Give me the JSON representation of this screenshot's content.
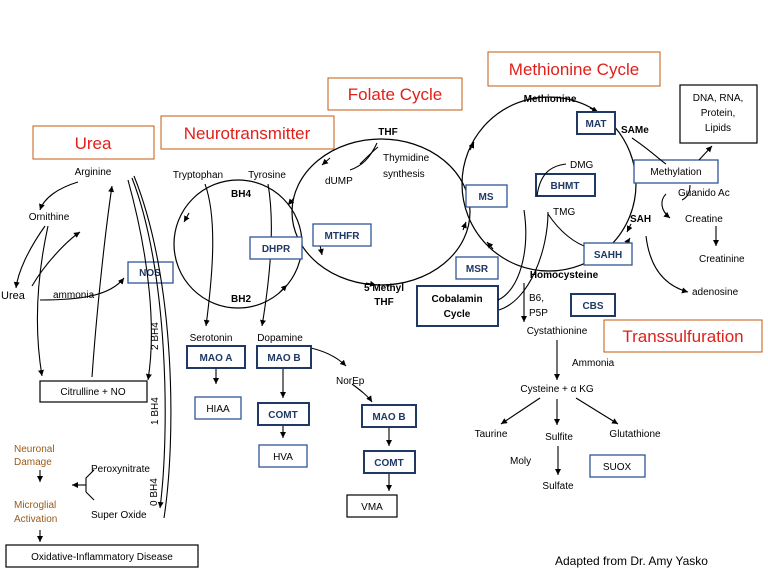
{
  "titles": {
    "urea": "Urea",
    "neurotransmitter": "Neurotransmitter",
    "folate": "Folate Cycle",
    "methionine": "Methionine Cycle",
    "transsulfuration": "Transsulfuration"
  },
  "urea_cycle": {
    "arginine": "Arginine",
    "ornithine": "Ornithine",
    "urea": "Urea",
    "ammonia": "ammonia",
    "nos": "NOS",
    "citrulline": "Citrulline + NO",
    "bh4_a": "2 BH4",
    "bh4_b": "1 BH4",
    "bh4_c": "0 BH4",
    "peroxynitrate": "Peroxynitrate",
    "super_oxide": "Super Oxide",
    "neuronal_damage_1": "Neuronal",
    "neuronal_damage_2": "Damage",
    "microglial_1": "Microglial",
    "microglial_2": "Activation",
    "oxidative": "Oxidative-Inflammatory Disease"
  },
  "neuro": {
    "tryptophan": "Tryptophan",
    "tyrosine": "Tyrosine",
    "bh4": "BH4",
    "bh2": "BH2",
    "dhpr": "DHPR",
    "serotonin": "Serotonin",
    "dopamine": "Dopamine",
    "mao_a": "MAO A",
    "mao_b": "MAO B",
    "mao_b2": "MAO B",
    "hiaa": "HIAA",
    "comt": "COMT",
    "comt2": "COMT",
    "hva": "HVA",
    "norep": "NorEp",
    "vma": "VMA"
  },
  "folate": {
    "thf": "THF",
    "thymidine_1": "Thymidine",
    "thymidine_2": "synthesis",
    "dump": "dUMP",
    "mthfr": "MTHFR",
    "methyl_thf_1": "5 Methyl",
    "methyl_thf_2": "THF"
  },
  "methionine": {
    "methionine": "Methionine",
    "mat": "MAT",
    "same": "SAMe",
    "dmg": "DMG",
    "bhmt": "BHMT",
    "tmg": "TMG",
    "ms": "MS",
    "msr": "MSR",
    "sah": "SAH",
    "sahh": "SAHH",
    "homocysteine": "Homocysteine",
    "cobalamin_1": "Cobalamin",
    "cobalamin_2": "Cycle",
    "methylation": "Methylation",
    "dna_1": "DNA, RNA,",
    "dna_2": "Protein,",
    "dna_3": "Lipids",
    "guanido": "Guanido Ac",
    "creatine": "Creatine",
    "creatinine": "Creatinine",
    "adenosine": "adenosine"
  },
  "transsulfuration": {
    "b6": "B6,",
    "p5p": "P5P",
    "cbs": "CBS",
    "cystathionine": "Cystathionine",
    "ammonia": "Ammonia",
    "cysteine": "Cysteine + α KG",
    "taurine": "Taurine",
    "sulfite": "Sulfite",
    "glutathione": "Glutathione",
    "moly": "Moly",
    "suox": "SUOX",
    "sulfate": "Sulfate"
  },
  "credit": "Adapted from Dr. Amy Yasko"
}
